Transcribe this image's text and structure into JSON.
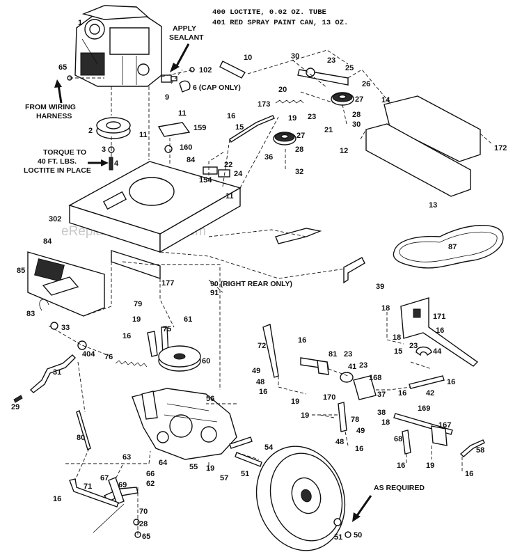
{
  "notes": {
    "n400": "400  LOCTITE, 0.02 OZ. TUBE",
    "n401": "401  RED SPRAY PAINT CAN, 13 OZ.",
    "apply_sealant": [
      "APPLY",
      "SEALANT"
    ],
    "cap_only": "6 (CAP ONLY)",
    "from_wiring": [
      "FROM WIRING",
      "HARNESS"
    ],
    "torque": [
      "TORQUE TO",
      "40 FT. LBS.",
      "LOCTITE IN PLACE"
    ],
    "right_rear": "90 (RIGHT REAR ONLY)",
    "as_required": "AS REQUIRED",
    "watermark": "eReplacementParts.com"
  },
  "callouts": [
    {
      "id": "1",
      "t": "1"
    },
    {
      "id": "65a",
      "t": "65"
    },
    {
      "id": "102",
      "t": "102"
    },
    {
      "id": "9",
      "t": "9"
    },
    {
      "id": "2",
      "t": "2"
    },
    {
      "id": "3",
      "t": "3"
    },
    {
      "id": "4",
      "t": "4"
    },
    {
      "id": "11a",
      "t": "11"
    },
    {
      "id": "11b",
      "t": "11"
    },
    {
      "id": "159",
      "t": "159"
    },
    {
      "id": "160",
      "t": "160"
    },
    {
      "id": "84a",
      "t": "84"
    },
    {
      "id": "154",
      "t": "154"
    },
    {
      "id": "22",
      "t": "22"
    },
    {
      "id": "24",
      "t": "24"
    },
    {
      "id": "11c",
      "t": "11"
    },
    {
      "id": "302",
      "t": "302"
    },
    {
      "id": "10",
      "t": "10"
    },
    {
      "id": "30a",
      "t": "30"
    },
    {
      "id": "23a",
      "t": "23"
    },
    {
      "id": "25",
      "t": "25"
    },
    {
      "id": "26",
      "t": "26"
    },
    {
      "id": "20",
      "t": "20"
    },
    {
      "id": "173",
      "t": "173"
    },
    {
      "id": "19a",
      "t": "19"
    },
    {
      "id": "16a",
      "t": "16"
    },
    {
      "id": "15",
      "t": "15"
    },
    {
      "id": "27a",
      "t": "27"
    },
    {
      "id": "23b",
      "t": "23"
    },
    {
      "id": "28a",
      "t": "28"
    },
    {
      "id": "30b",
      "t": "30"
    },
    {
      "id": "21",
      "t": "21"
    },
    {
      "id": "27b",
      "t": "27"
    },
    {
      "id": "36",
      "t": "36"
    },
    {
      "id": "28b",
      "t": "28"
    },
    {
      "id": "32",
      "t": "32"
    },
    {
      "id": "14",
      "t": "14"
    },
    {
      "id": "12",
      "t": "12"
    },
    {
      "id": "172",
      "t": "172"
    },
    {
      "id": "13",
      "t": "13"
    },
    {
      "id": "87",
      "t": "87"
    },
    {
      "id": "84b",
      "t": "84"
    },
    {
      "id": "85",
      "t": "85"
    },
    {
      "id": "177",
      "t": "177"
    },
    {
      "id": "91",
      "t": "91"
    },
    {
      "id": "39",
      "t": "39"
    },
    {
      "id": "83",
      "t": "83"
    },
    {
      "id": "33",
      "t": "33"
    },
    {
      "id": "79",
      "t": "79"
    },
    {
      "id": "19b",
      "t": "19"
    },
    {
      "id": "61",
      "t": "61"
    },
    {
      "id": "75",
      "t": "75"
    },
    {
      "id": "16b",
      "t": "16"
    },
    {
      "id": "404",
      "t": "404"
    },
    {
      "id": "76",
      "t": "76"
    },
    {
      "id": "60",
      "t": "60"
    },
    {
      "id": "31",
      "t": "31"
    },
    {
      "id": "29",
      "t": "29"
    },
    {
      "id": "56",
      "t": "56"
    },
    {
      "id": "80",
      "t": "80"
    },
    {
      "id": "18a",
      "t": "18"
    },
    {
      "id": "171",
      "t": "171"
    },
    {
      "id": "16c",
      "t": "16"
    },
    {
      "id": "18b",
      "t": "18"
    },
    {
      "id": "23c",
      "t": "23"
    },
    {
      "id": "44",
      "t": "44"
    },
    {
      "id": "15b",
      "t": "15"
    },
    {
      "id": "16d",
      "t": "16"
    },
    {
      "id": "72",
      "t": "72"
    },
    {
      "id": "81",
      "t": "81"
    },
    {
      "id": "23d",
      "t": "23"
    },
    {
      "id": "41",
      "t": "41"
    },
    {
      "id": "23e",
      "t": "23"
    },
    {
      "id": "49a",
      "t": "49"
    },
    {
      "id": "48a",
      "t": "48"
    },
    {
      "id": "16e",
      "t": "16"
    },
    {
      "id": "168",
      "t": "168"
    },
    {
      "id": "19c",
      "t": "19"
    },
    {
      "id": "170",
      "t": "170"
    },
    {
      "id": "16f",
      "t": "16"
    },
    {
      "id": "42",
      "t": "42"
    },
    {
      "id": "16g",
      "t": "16"
    },
    {
      "id": "37",
      "t": "37"
    },
    {
      "id": "169",
      "t": "169"
    },
    {
      "id": "38",
      "t": "38"
    },
    {
      "id": "18c",
      "t": "18"
    },
    {
      "id": "19d",
      "t": "19"
    },
    {
      "id": "78",
      "t": "78"
    },
    {
      "id": "49b",
      "t": "49"
    },
    {
      "id": "48b",
      "t": "48"
    },
    {
      "id": "16h",
      "t": "16"
    },
    {
      "id": "167",
      "t": "167"
    },
    {
      "id": "68",
      "t": "68"
    },
    {
      "id": "16i",
      "t": "16"
    },
    {
      "id": "19e",
      "t": "19"
    },
    {
      "id": "58",
      "t": "58"
    },
    {
      "id": "16j",
      "t": "16"
    },
    {
      "id": "54",
      "t": "54"
    },
    {
      "id": "63",
      "t": "63"
    },
    {
      "id": "64",
      "t": "64"
    },
    {
      "id": "66",
      "t": "66"
    },
    {
      "id": "62",
      "t": "62"
    },
    {
      "id": "55",
      "t": "55"
    },
    {
      "id": "19f",
      "t": "19"
    },
    {
      "id": "57",
      "t": "57"
    },
    {
      "id": "51a",
      "t": "51"
    },
    {
      "id": "67",
      "t": "67"
    },
    {
      "id": "69",
      "t": "69"
    },
    {
      "id": "71",
      "t": "71"
    },
    {
      "id": "16k",
      "t": "16"
    },
    {
      "id": "70",
      "t": "70"
    },
    {
      "id": "28c",
      "t": "28"
    },
    {
      "id": "65b",
      "t": "65"
    },
    {
      "id": "51b",
      "t": "51"
    },
    {
      "id": "50",
      "t": "50"
    }
  ]
}
